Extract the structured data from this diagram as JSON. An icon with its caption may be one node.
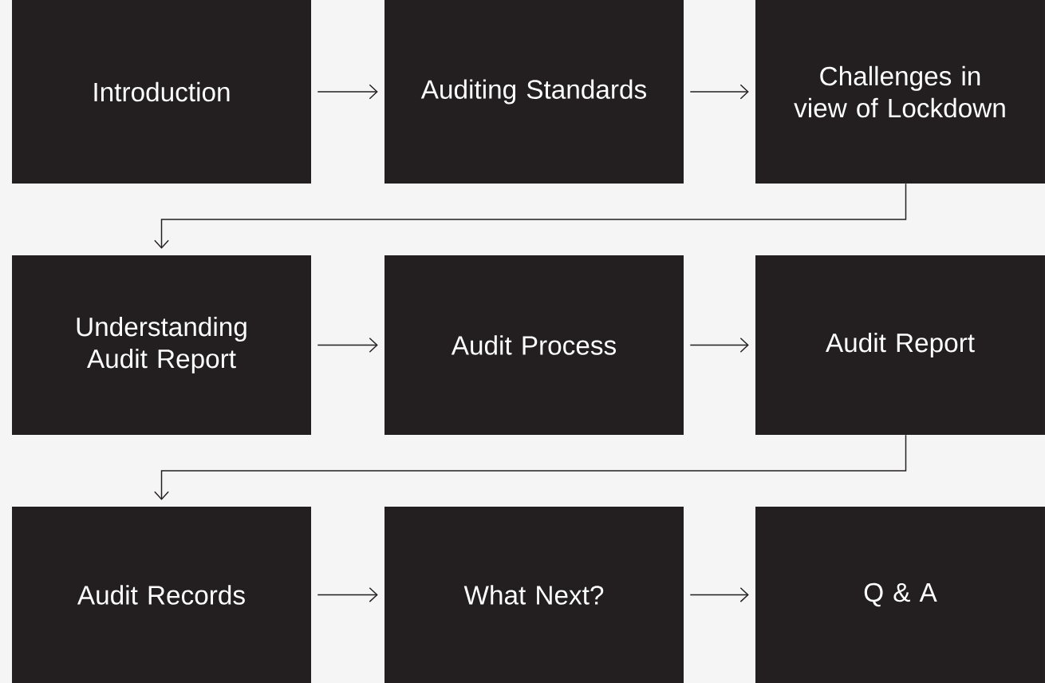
{
  "diagram": {
    "nodes": [
      {
        "text": [
          "Introduction"
        ]
      },
      {
        "text": [
          "Auditing Standards"
        ]
      },
      {
        "text": [
          "Challenges in view of Lockdown"
        ]
      },
      {
        "text": [
          "Understanding Audit Report"
        ]
      },
      {
        "text": [
          "Audit Process"
        ]
      },
      {
        "text": [
          "Audit Report"
        ]
      },
      {
        "text": [
          "Audit Records"
        ]
      },
      {
        "text": [
          "What Next?"
        ]
      },
      {
        "text": [
          "Q & A"
        ]
      }
    ],
    "edges": [
      {
        "from": 0,
        "to": 1,
        "arrow": "to"
      },
      {
        "from": 1,
        "to": 2,
        "arrow": "to"
      },
      {
        "from": 2,
        "to": 3,
        "arrow": "to"
      },
      {
        "from": 3,
        "to": 4,
        "arrow": "to"
      },
      {
        "from": 4,
        "to": 5,
        "arrow": "to"
      },
      {
        "from": 5,
        "to": 6,
        "arrow": "to"
      },
      {
        "from": 6,
        "to": 7,
        "arrow": "to"
      },
      {
        "from": 7,
        "to": 8,
        "arrow": "to"
      }
    ]
  }
}
